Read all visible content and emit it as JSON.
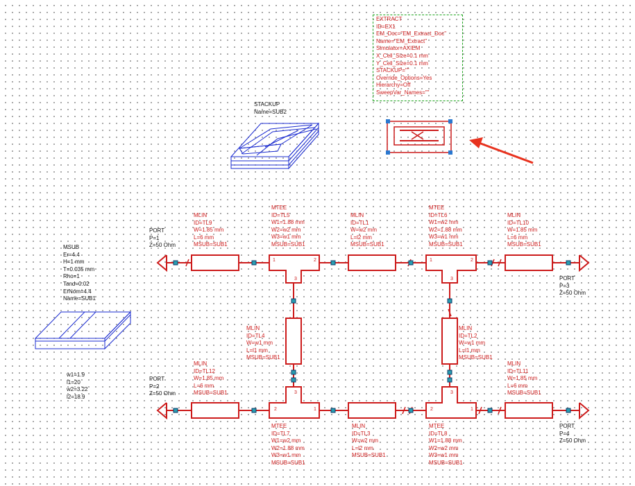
{
  "extract_block": {
    "lines": [
      "EXTRACT",
      "ID=EX1",
      "EM_Doc=\"EM_Extract_Doc\"",
      "Name=\"EM_Extract\"",
      "Simulator=AXIEM",
      "X_Cell_Size=0.1 mm",
      "Y_Cell_Size=0.1 mm",
      "STACKUP=\"\"",
      "Override_Options=Yes",
      "Hierarchy=Off",
      "SweepVar_Names=\"\""
    ]
  },
  "stackup": {
    "lines": [
      "STACKUP",
      "Name=SUB2"
    ]
  },
  "msub": {
    "lines": [
      "MSUB",
      "Er=4.4",
      "H=1 mm",
      "T=0.035 mm",
      "Rho=1",
      "Tand=0.02",
      "ErNom=4.4",
      "Name=SUB1"
    ]
  },
  "variables": {
    "lines": [
      "w1=1.9",
      "l1=20",
      "w2=3.22",
      "l2=18.9"
    ]
  },
  "ports": {
    "p1": {
      "lines": [
        "PORT",
        "P=1",
        "Z=50 Ohm"
      ]
    },
    "p2": {
      "lines": [
        "PORT",
        "P=2",
        "Z=50 Ohm"
      ]
    },
    "p3": {
      "lines": [
        "PORT",
        "P=3",
        "Z=50 Ohm"
      ]
    },
    "p4": {
      "lines": [
        "PORT",
        "P=4",
        "Z=50 Ohm"
      ]
    }
  },
  "elements": {
    "tl9": {
      "lines": [
        "MLIN",
        "ID=TL9",
        "W=1.85 mm",
        "L=6 mm",
        "MSUB=SUB1"
      ]
    },
    "tl5": {
      "lines": [
        "MTEE",
        "ID=TL5",
        "W1=1.88 mm",
        "W2=w2 mm",
        "W3=w1 mm",
        "MSUB=SUB1"
      ]
    },
    "tl1": {
      "lines": [
        "MLIN",
        "ID=TL1",
        "W=w2 mm",
        "L=l2 mm",
        "MSUB=SUB1"
      ]
    },
    "tl6": {
      "lines": [
        "MTEE",
        "ID=TL6",
        "W1=w2 mm",
        "W2=1.88 mm",
        "W3=w1 mm",
        "MSUB=SUB1"
      ]
    },
    "tl10": {
      "lines": [
        "MLIN",
        "ID=TL10",
        "W=1.85 mm",
        "L=6 mm",
        "MSUB=SUB1"
      ]
    },
    "tl4": {
      "lines": [
        "MLIN",
        "ID=TL4",
        "W=w1 mm",
        "L=l1 mm",
        "MSUB=SUB1"
      ]
    },
    "tl2": {
      "lines": [
        "MLIN",
        "ID=TL2",
        "W=w1 mm",
        "L=l1 mm",
        "MSUB=SUB1"
      ]
    },
    "tl12": {
      "lines": [
        "MLIN",
        "ID=TL12",
        "W=1.85 mm",
        "L=6 mm",
        "MSUB=SUB1"
      ]
    },
    "tl11": {
      "lines": [
        "MLIN",
        "ID=TL11",
        "W=1.85 mm",
        "L=6 mm",
        "MSUB=SUB1"
      ]
    },
    "tl7": {
      "lines": [
        "MTEE",
        "ID=TL7",
        "W1=w2 mm",
        "W2=1.88 mm",
        "W3=w1 mm",
        "MSUB=SUB1"
      ]
    },
    "tl3": {
      "lines": [
        "MLIN",
        "ID=TL3",
        "W=w2 mm",
        "L=l2 mm",
        "MSUB=SUB1"
      ]
    },
    "tl8": {
      "lines": [
        "MTEE",
        "ID=TL8",
        "W1=1.88 mm",
        "W2=w2 mm",
        "W3=w1 mm",
        "MSUB=SUB1"
      ]
    }
  },
  "tee_pin_labels": {
    "one": "1",
    "two": "2",
    "three": "3"
  },
  "icons": {
    "extract_symbol": "em-extract-icon",
    "arrow": "annotation-arrow-icon",
    "stackup": "stackup-icon",
    "msub": "msub-substrate-icon"
  },
  "colors": {
    "component": "#cc1a1a",
    "extract_box": "#1fa51f",
    "substrate_drawing": "#1a2bd0",
    "node": "#2a9db0",
    "arrow": "#e8321e"
  }
}
